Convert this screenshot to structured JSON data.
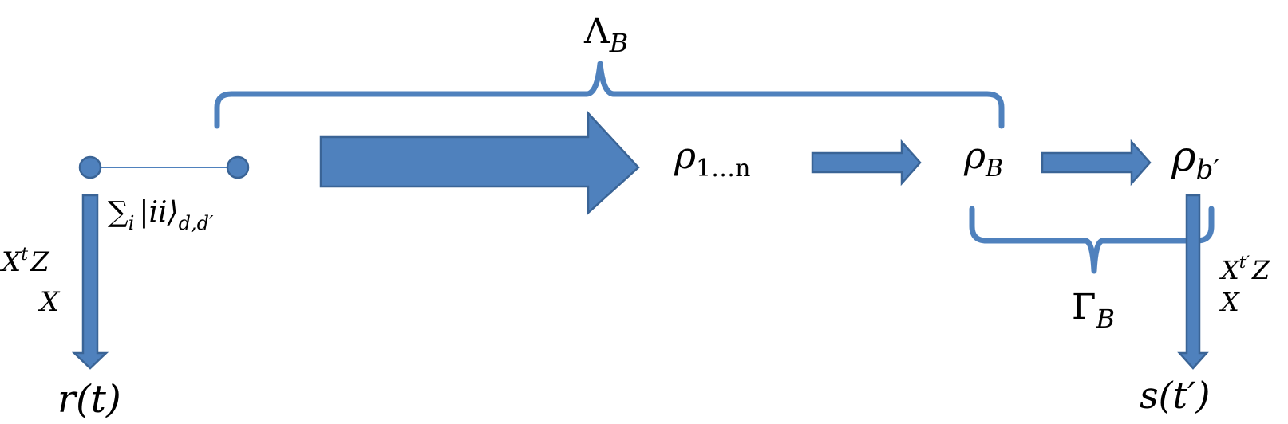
{
  "colors": {
    "shape_fill": "#4f81bd",
    "shape_stroke": "#3a6496",
    "text": "#000000"
  },
  "labels": {
    "lambda": {
      "base": "Λ",
      "sub": "B"
    },
    "gamma": {
      "base": "Γ",
      "sub": "B"
    },
    "rho_1n": {
      "base": "ρ",
      "sub": "1…n"
    },
    "rho_B": {
      "base": "ρ",
      "sub": "B"
    },
    "rho_bprime": {
      "base": "ρ",
      "sub": "b′"
    },
    "sum_state": {
      "sum": "∑",
      "idx": "i",
      "ket": "|ii⟩",
      "sub": "d,d′"
    },
    "left_ops": {
      "top_base": "X",
      "top_sup": "t",
      "top_tail": "Z",
      "bottom": "X"
    },
    "right_ops": {
      "top_base": "X",
      "top_sup": "t′",
      "top_tail": "Z",
      "bottom": "X"
    },
    "r_t": "r(t)",
    "s_t": "s(t′)"
  }
}
